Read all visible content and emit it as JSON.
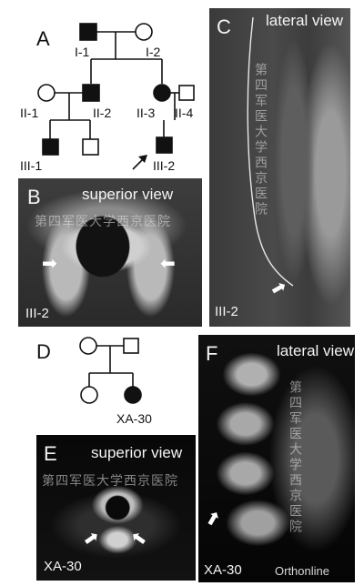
{
  "panels": {
    "A": {
      "letter": "A",
      "individuals": {
        "I1": "I-1",
        "I2": "I-2",
        "II1": "II-1",
        "II2": "II-2",
        "II3": "II-3",
        "II4": "II-4",
        "III1": "III-1",
        "III2": "III-2"
      }
    },
    "B": {
      "letter": "B",
      "view": "superior view",
      "case": "III-2"
    },
    "C": {
      "letter": "C",
      "view": "lateral view",
      "case": "III-2"
    },
    "D": {
      "letter": "D",
      "individuals": {
        "XA30": "XA-30"
      }
    },
    "E": {
      "letter": "E",
      "view": "superior view",
      "case": "XA-30"
    },
    "F": {
      "letter": "F",
      "view": "lateral view",
      "case": "XA-30",
      "source": "Orthonline"
    }
  },
  "watermark": "第四军医大学西京医院",
  "colors": {
    "affected": "#111111",
    "unaffected": "#ffffff",
    "arrow": "#ffffff"
  }
}
